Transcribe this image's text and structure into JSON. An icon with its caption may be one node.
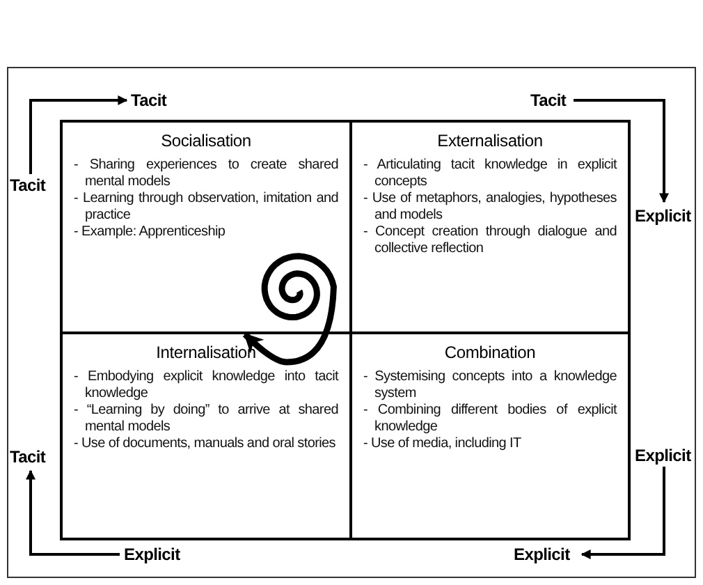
{
  "diagram": {
    "nodes": [
      {
        "text": [],
        "shape": "box"
      },
      {
        "text": [
          "Tacit"
        ],
        "in": 0
      },
      {
        "text": [
          "Tacit"
        ],
        "in": 0
      },
      {
        "text": [
          "Socialisation",
          "- Sharing experiences to create shared mental models",
          "- Learning through observation, imitation and practice",
          "- Example: Apprenticeship"
        ],
        "in": 0
      },
      {
        "text": [
          "Externalisation",
          "- Articulating tacit knowledge in explicit concepts",
          "- Use of metaphors, analogies, hypotheses and models",
          "- Concept creation through dialogue and collective reflection"
        ],
        "in": 0
      },
      {
        "text": [
          "Tacit"
        ],
        "in": 0
      },
      {
        "text": [
          "Explicit"
        ],
        "in": 0
      },
      {
        "text": [
          "Internalisation",
          "- Embodying explicit knowledge into tacit knowledge",
          "- “Learning by doing” to arrive at shared mental models",
          "- Use of documents, manuals and oral stories"
        ],
        "in": 0
      },
      {
        "text": [
          "Combination",
          "- Systemising concepts into a knowledge system",
          "- Combining different bodies of explicit knowledge",
          "- Use of media, including IT"
        ],
        "in": 0
      },
      {
        "text": [
          "Tacit"
        ],
        "in": 0
      },
      {
        "text": [
          "Explicit"
        ],
        "in": 0
      },
      {
        "text": [
          "Explicit"
        ],
        "in": 0
      },
      {
        "text": [
          "Explicit"
        ],
        "in": 0
      }
    ],
    "edges": [
      {
        "from": 5,
        "to": 1,
        "arrow": "to"
      },
      {
        "from": 2,
        "to": 6,
        "arrow": "to"
      },
      {
        "from": 10,
        "to": 12,
        "arrow": "to"
      },
      {
        "from": 11,
        "to": 9,
        "arrow": "to"
      },
      {
        "from": 3,
        "to": 7,
        "arrow": "to",
        "style": "thick"
      }
    ]
  }
}
